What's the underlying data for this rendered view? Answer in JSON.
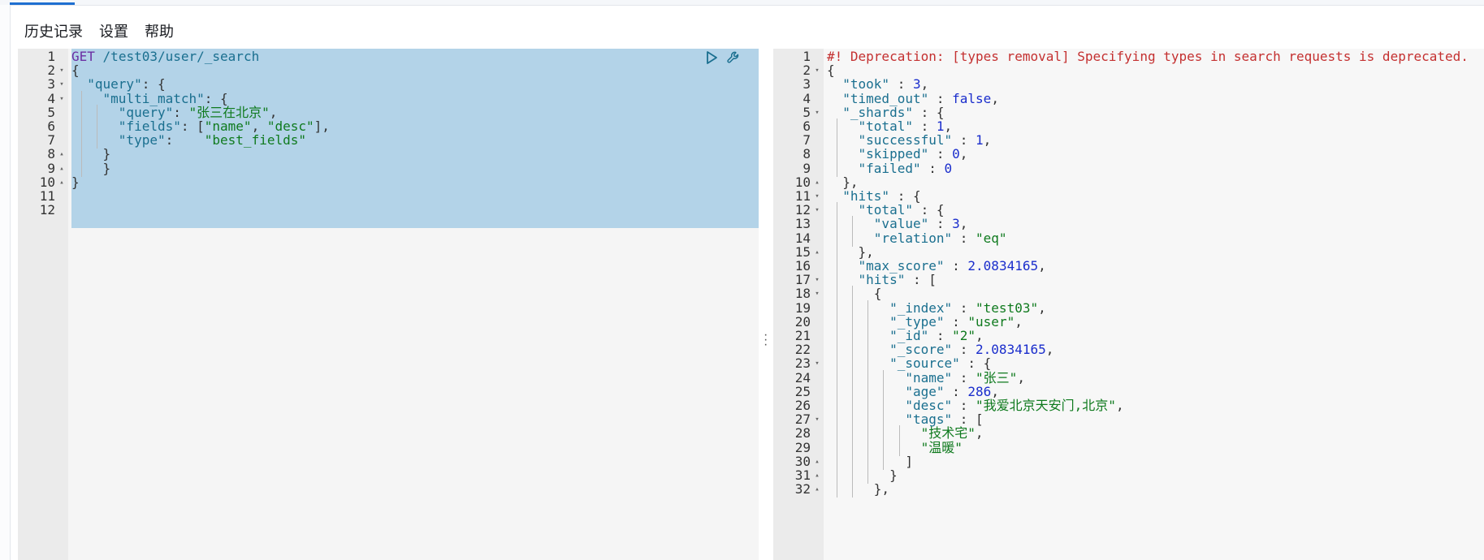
{
  "menu": [
    "历史记录",
    "设置",
    "帮助"
  ],
  "request_editor": {
    "lines": [
      {
        "n": "1",
        "fold": "",
        "indents": [],
        "tokens": [
          [
            "tm",
            "GET"
          ],
          [
            "tx",
            " "
          ],
          [
            "tp",
            "/test03/user/_search"
          ]
        ]
      },
      {
        "n": "2",
        "fold": "▾",
        "indents": [],
        "tokens": [
          [
            "tx",
            "{"
          ]
        ]
      },
      {
        "n": "3",
        "fold": "▾",
        "indents": [],
        "tokens": [
          [
            "tx",
            "  "
          ],
          [
            "tk",
            "\"query\""
          ],
          [
            "tx",
            ": {"
          ]
        ]
      },
      {
        "n": "4",
        "fold": "▾",
        "indents": [
          1
        ],
        "tokens": [
          [
            "tx",
            "    "
          ],
          [
            "tk",
            "\"multi_match\""
          ],
          [
            "tx",
            ": {"
          ]
        ]
      },
      {
        "n": "5",
        "fold": "",
        "indents": [
          1,
          2
        ],
        "tokens": [
          [
            "tx",
            "      "
          ],
          [
            "tk",
            "\"query\""
          ],
          [
            "tx",
            ": "
          ],
          [
            "ts",
            "\"张三在北京\""
          ],
          [
            "tx",
            ","
          ]
        ]
      },
      {
        "n": "6",
        "fold": "",
        "indents": [
          1,
          2
        ],
        "tokens": [
          [
            "tx",
            "      "
          ],
          [
            "tk",
            "\"fields\""
          ],
          [
            "tx",
            ": ["
          ],
          [
            "ts",
            "\"name\""
          ],
          [
            "tx",
            ", "
          ],
          [
            "ts",
            "\"desc\""
          ],
          [
            "tx",
            "],"
          ]
        ]
      },
      {
        "n": "7",
        "fold": "",
        "indents": [
          1,
          2
        ],
        "tokens": [
          [
            "tx",
            "      "
          ],
          [
            "tk",
            "\"type\""
          ],
          [
            "tx",
            ":    "
          ],
          [
            "ts",
            "\"best_fields\""
          ]
        ]
      },
      {
        "n": "8",
        "fold": "▴",
        "indents": [
          1
        ],
        "tokens": [
          [
            "tx",
            "    }"
          ]
        ]
      },
      {
        "n": "9",
        "fold": "▴",
        "indents": [
          1
        ],
        "tokens": [
          [
            "tx",
            "    }"
          ]
        ]
      },
      {
        "n": "10",
        "fold": "▴",
        "indents": [],
        "tokens": [
          [
            "tx",
            "}"
          ]
        ]
      },
      {
        "n": "11",
        "fold": "",
        "indents": [],
        "tokens": []
      },
      {
        "n": "12",
        "fold": "",
        "indents": [],
        "tokens": []
      }
    ]
  },
  "response_editor": {
    "lines": [
      {
        "n": "1",
        "fold": "",
        "indents": [],
        "tokens": [
          [
            "tc",
            "#! Deprecation: [types removal] Specifying types in search requests is deprecated."
          ]
        ]
      },
      {
        "n": "2",
        "fold": "▾",
        "indents": [],
        "tokens": [
          [
            "tx",
            "{"
          ]
        ]
      },
      {
        "n": "3",
        "fold": "",
        "indents": [],
        "tokens": [
          [
            "tx",
            "  "
          ],
          [
            "tk",
            "\"took\""
          ],
          [
            "tx",
            " : "
          ],
          [
            "tn",
            "3"
          ],
          [
            "tx",
            ","
          ]
        ]
      },
      {
        "n": "4",
        "fold": "",
        "indents": [],
        "tokens": [
          [
            "tx",
            "  "
          ],
          [
            "tk",
            "\"timed_out\""
          ],
          [
            "tx",
            " : "
          ],
          [
            "tb",
            "false"
          ],
          [
            "tx",
            ","
          ]
        ]
      },
      {
        "n": "5",
        "fold": "▾",
        "indents": [],
        "tokens": [
          [
            "tx",
            "  "
          ],
          [
            "tk",
            "\"_shards\""
          ],
          [
            "tx",
            " : {"
          ]
        ]
      },
      {
        "n": "6",
        "fold": "",
        "indents": [
          1
        ],
        "tokens": [
          [
            "tx",
            "    "
          ],
          [
            "tk",
            "\"total\""
          ],
          [
            "tx",
            " : "
          ],
          [
            "tn",
            "1"
          ],
          [
            "tx",
            ","
          ]
        ]
      },
      {
        "n": "7",
        "fold": "",
        "indents": [
          1
        ],
        "tokens": [
          [
            "tx",
            "    "
          ],
          [
            "tk",
            "\"successful\""
          ],
          [
            "tx",
            " : "
          ],
          [
            "tn",
            "1"
          ],
          [
            "tx",
            ","
          ]
        ]
      },
      {
        "n": "8",
        "fold": "",
        "indents": [
          1
        ],
        "tokens": [
          [
            "tx",
            "    "
          ],
          [
            "tk",
            "\"skipped\""
          ],
          [
            "tx",
            " : "
          ],
          [
            "tn",
            "0"
          ],
          [
            "tx",
            ","
          ]
        ]
      },
      {
        "n": "9",
        "fold": "",
        "indents": [
          1
        ],
        "tokens": [
          [
            "tx",
            "    "
          ],
          [
            "tk",
            "\"failed\""
          ],
          [
            "tx",
            " : "
          ],
          [
            "tn",
            "0"
          ]
        ]
      },
      {
        "n": "10",
        "fold": "▴",
        "indents": [],
        "tokens": [
          [
            "tx",
            "  },"
          ]
        ]
      },
      {
        "n": "11",
        "fold": "▾",
        "indents": [],
        "tokens": [
          [
            "tx",
            "  "
          ],
          [
            "tk",
            "\"hits\""
          ],
          [
            "tx",
            " : {"
          ]
        ]
      },
      {
        "n": "12",
        "fold": "▾",
        "indents": [
          1
        ],
        "tokens": [
          [
            "tx",
            "    "
          ],
          [
            "tk",
            "\"total\""
          ],
          [
            "tx",
            " : {"
          ]
        ]
      },
      {
        "n": "13",
        "fold": "",
        "indents": [
          1,
          2
        ],
        "tokens": [
          [
            "tx",
            "      "
          ],
          [
            "tk",
            "\"value\""
          ],
          [
            "tx",
            " : "
          ],
          [
            "tn",
            "3"
          ],
          [
            "tx",
            ","
          ]
        ]
      },
      {
        "n": "14",
        "fold": "",
        "indents": [
          1,
          2
        ],
        "tokens": [
          [
            "tx",
            "      "
          ],
          [
            "tk",
            "\"relation\""
          ],
          [
            "tx",
            " : "
          ],
          [
            "ts",
            "\"eq\""
          ]
        ]
      },
      {
        "n": "15",
        "fold": "▴",
        "indents": [
          1
        ],
        "tokens": [
          [
            "tx",
            "    },"
          ]
        ]
      },
      {
        "n": "16",
        "fold": "",
        "indents": [
          1
        ],
        "tokens": [
          [
            "tx",
            "    "
          ],
          [
            "tk",
            "\"max_score\""
          ],
          [
            "tx",
            " : "
          ],
          [
            "tn",
            "2.0834165"
          ],
          [
            "tx",
            ","
          ]
        ]
      },
      {
        "n": "17",
        "fold": "▾",
        "indents": [
          1
        ],
        "tokens": [
          [
            "tx",
            "    "
          ],
          [
            "tk",
            "\"hits\""
          ],
          [
            "tx",
            " : ["
          ]
        ]
      },
      {
        "n": "18",
        "fold": "▾",
        "indents": [
          1,
          2
        ],
        "tokens": [
          [
            "tx",
            "      {"
          ]
        ]
      },
      {
        "n": "19",
        "fold": "",
        "indents": [
          1,
          2,
          3
        ],
        "tokens": [
          [
            "tx",
            "        "
          ],
          [
            "tk",
            "\"_index\""
          ],
          [
            "tx",
            " : "
          ],
          [
            "ts",
            "\"test03\""
          ],
          [
            "tx",
            ","
          ]
        ]
      },
      {
        "n": "20",
        "fold": "",
        "indents": [
          1,
          2,
          3
        ],
        "tokens": [
          [
            "tx",
            "        "
          ],
          [
            "tk",
            "\"_type\""
          ],
          [
            "tx",
            " : "
          ],
          [
            "ts",
            "\"user\""
          ],
          [
            "tx",
            ","
          ]
        ]
      },
      {
        "n": "21",
        "fold": "",
        "indents": [
          1,
          2,
          3
        ],
        "tokens": [
          [
            "tx",
            "        "
          ],
          [
            "tk",
            "\"_id\""
          ],
          [
            "tx",
            " : "
          ],
          [
            "ts",
            "\"2\""
          ],
          [
            "tx",
            ","
          ]
        ]
      },
      {
        "n": "22",
        "fold": "",
        "indents": [
          1,
          2,
          3
        ],
        "tokens": [
          [
            "tx",
            "        "
          ],
          [
            "tk",
            "\"_score\""
          ],
          [
            "tx",
            " : "
          ],
          [
            "tn",
            "2.0834165"
          ],
          [
            "tx",
            ","
          ]
        ]
      },
      {
        "n": "23",
        "fold": "▾",
        "indents": [
          1,
          2,
          3
        ],
        "tokens": [
          [
            "tx",
            "        "
          ],
          [
            "tk",
            "\"_source\""
          ],
          [
            "tx",
            " : {"
          ]
        ]
      },
      {
        "n": "24",
        "fold": "",
        "indents": [
          1,
          2,
          3,
          4
        ],
        "tokens": [
          [
            "tx",
            "          "
          ],
          [
            "tk",
            "\"name\""
          ],
          [
            "tx",
            " : "
          ],
          [
            "ts",
            "\"张三\""
          ],
          [
            "tx",
            ","
          ]
        ]
      },
      {
        "n": "25",
        "fold": "",
        "indents": [
          1,
          2,
          3,
          4
        ],
        "tokens": [
          [
            "tx",
            "          "
          ],
          [
            "tk",
            "\"age\""
          ],
          [
            "tx",
            " : "
          ],
          [
            "tn",
            "286"
          ],
          [
            "tx",
            ","
          ]
        ]
      },
      {
        "n": "26",
        "fold": "",
        "indents": [
          1,
          2,
          3,
          4
        ],
        "tokens": [
          [
            "tx",
            "          "
          ],
          [
            "tk",
            "\"desc\""
          ],
          [
            "tx",
            " : "
          ],
          [
            "ts",
            "\"我爱北京天安门,北京\""
          ],
          [
            "tx",
            ","
          ]
        ]
      },
      {
        "n": "27",
        "fold": "▾",
        "indents": [
          1,
          2,
          3,
          4
        ],
        "tokens": [
          [
            "tx",
            "          "
          ],
          [
            "tk",
            "\"tags\""
          ],
          [
            "tx",
            " : ["
          ]
        ]
      },
      {
        "n": "28",
        "fold": "",
        "indents": [
          1,
          2,
          3,
          4,
          5
        ],
        "tokens": [
          [
            "tx",
            "            "
          ],
          [
            "ts",
            "\"技术宅\""
          ],
          [
            "tx",
            ","
          ]
        ]
      },
      {
        "n": "29",
        "fold": "",
        "indents": [
          1,
          2,
          3,
          4,
          5
        ],
        "tokens": [
          [
            "tx",
            "            "
          ],
          [
            "ts",
            "\"温暖\""
          ]
        ]
      },
      {
        "n": "30",
        "fold": "▴",
        "indents": [
          1,
          2,
          3,
          4
        ],
        "tokens": [
          [
            "tx",
            "          ]"
          ]
        ]
      },
      {
        "n": "31",
        "fold": "▴",
        "indents": [
          1,
          2,
          3
        ],
        "tokens": [
          [
            "tx",
            "        }"
          ]
        ]
      },
      {
        "n": "32",
        "fold": "▴",
        "indents": [
          1,
          2
        ],
        "tokens": [
          [
            "tx",
            "      },"
          ]
        ]
      }
    ]
  }
}
